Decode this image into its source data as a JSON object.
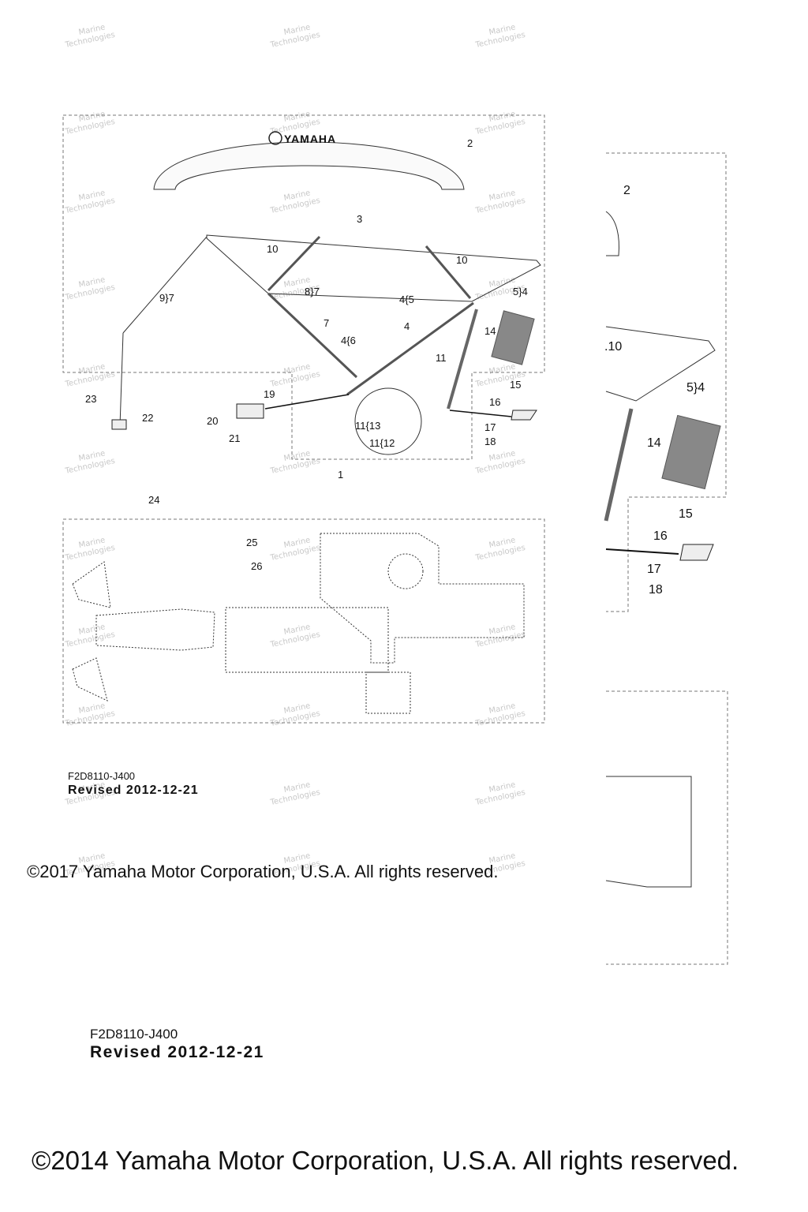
{
  "brand": {
    "logo_text": "YAMAHA"
  },
  "callouts": {
    "c1": "1",
    "c2": "2",
    "c3": "3",
    "c4": "4",
    "c4_5": "4{5",
    "c4_6": "4{6",
    "c5_4": "5}4",
    "c7": "7",
    "c8_7": "8}7",
    "c9_7": "9}7",
    "c10a": "10",
    "c10b": "10",
    "c11": "11",
    "c11_13": "11{13",
    "c11_12": "11{12",
    "c14": "14",
    "c15": "15",
    "c16": "16",
    "c17": "17",
    "c18": "18",
    "c19": "19",
    "c20": "20",
    "c21": "21",
    "c22": "22",
    "c23": "23",
    "c24": "24",
    "c25": "25",
    "c26": "26"
  },
  "right_callouts": {
    "c2": "2",
    "c10": ".10",
    "c5_4": "5}4",
    "c14": "14",
    "c15": "15",
    "c16": "16",
    "c17": "17",
    "c18": "18"
  },
  "watermark": {
    "line1": "Marine",
    "line2": "Technologies"
  },
  "document": {
    "code": "F2D8110-J400",
    "revised": "Revised 2012-12-21",
    "code_big": "F2D8110-J400",
    "revised_big": "Revised 2012-12-21",
    "copyright_2017": "©2017 Yamaha Motor Corporation, U.S.A. All rights reserved.",
    "copyright_2014": "©2014 Yamaha Motor Corporation, U.S.A. All rights reserved."
  }
}
